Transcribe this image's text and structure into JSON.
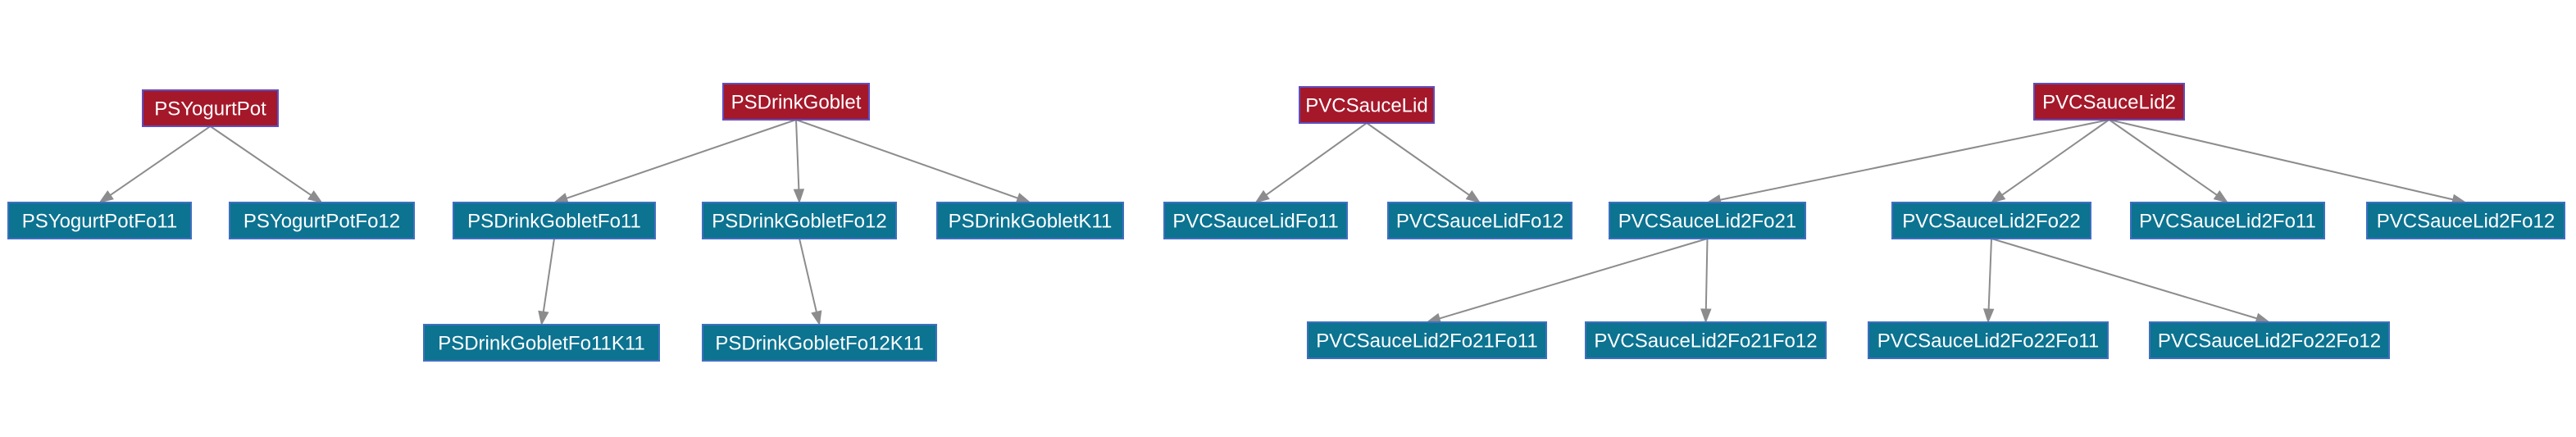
{
  "diagram": {
    "type": "tree",
    "colors": {
      "root_fill": "#a4182a",
      "root_border": "#5f4ec0",
      "child_fill": "#0c7391",
      "child_border": "#3f6fc0",
      "text": "#ffffff",
      "edge": "#8c8c8c",
      "background": "#ffffff"
    },
    "nodes": [
      {
        "id": "n1",
        "label": "PSYogurtPot",
        "role": "root"
      },
      {
        "id": "n2",
        "label": "PSYogurtPotFo11",
        "role": "child"
      },
      {
        "id": "n3",
        "label": "PSYogurtPotFo12",
        "role": "child"
      },
      {
        "id": "n4",
        "label": "PSDrinkGoblet",
        "role": "root"
      },
      {
        "id": "n5",
        "label": "PSDrinkGobletFo11",
        "role": "child"
      },
      {
        "id": "n6",
        "label": "PSDrinkGobletFo12",
        "role": "child"
      },
      {
        "id": "n7",
        "label": "PSDrinkGobletK11",
        "role": "child"
      },
      {
        "id": "n8",
        "label": "PSDrinkGobletFo11K11",
        "role": "child"
      },
      {
        "id": "n9",
        "label": "PSDrinkGobletFo12K11",
        "role": "child"
      },
      {
        "id": "n10",
        "label": "PVCSauceLid",
        "role": "root"
      },
      {
        "id": "n11",
        "label": "PVCSauceLidFo11",
        "role": "child"
      },
      {
        "id": "n12",
        "label": "PVCSauceLidFo12",
        "role": "child"
      },
      {
        "id": "n13",
        "label": "PVCSauceLid2",
        "role": "root"
      },
      {
        "id": "n14",
        "label": "PVCSauceLid2Fo21",
        "role": "child"
      },
      {
        "id": "n15",
        "label": "PVCSauceLid2Fo22",
        "role": "child"
      },
      {
        "id": "n16",
        "label": "PVCSauceLid2Fo11",
        "role": "child"
      },
      {
        "id": "n17",
        "label": "PVCSauceLid2Fo12",
        "role": "child"
      },
      {
        "id": "n18",
        "label": "PVCSauceLid2Fo21Fo11",
        "role": "child"
      },
      {
        "id": "n19",
        "label": "PVCSauceLid2Fo21Fo12",
        "role": "child"
      },
      {
        "id": "n20",
        "label": "PVCSauceLid2Fo22Fo11",
        "role": "child"
      },
      {
        "id": "n21",
        "label": "PVCSauceLid2Fo22Fo12",
        "role": "child"
      }
    ],
    "edges": [
      {
        "from": "n1",
        "to": "n2"
      },
      {
        "from": "n1",
        "to": "n3"
      },
      {
        "from": "n4",
        "to": "n5"
      },
      {
        "from": "n4",
        "to": "n6"
      },
      {
        "from": "n4",
        "to": "n7"
      },
      {
        "from": "n5",
        "to": "n8"
      },
      {
        "from": "n6",
        "to": "n9"
      },
      {
        "from": "n10",
        "to": "n11"
      },
      {
        "from": "n10",
        "to": "n12"
      },
      {
        "from": "n13",
        "to": "n14"
      },
      {
        "from": "n13",
        "to": "n15"
      },
      {
        "from": "n13",
        "to": "n16"
      },
      {
        "from": "n13",
        "to": "n17"
      },
      {
        "from": "n14",
        "to": "n18"
      },
      {
        "from": "n14",
        "to": "n19"
      },
      {
        "from": "n15",
        "to": "n20"
      },
      {
        "from": "n15",
        "to": "n21"
      }
    ]
  }
}
